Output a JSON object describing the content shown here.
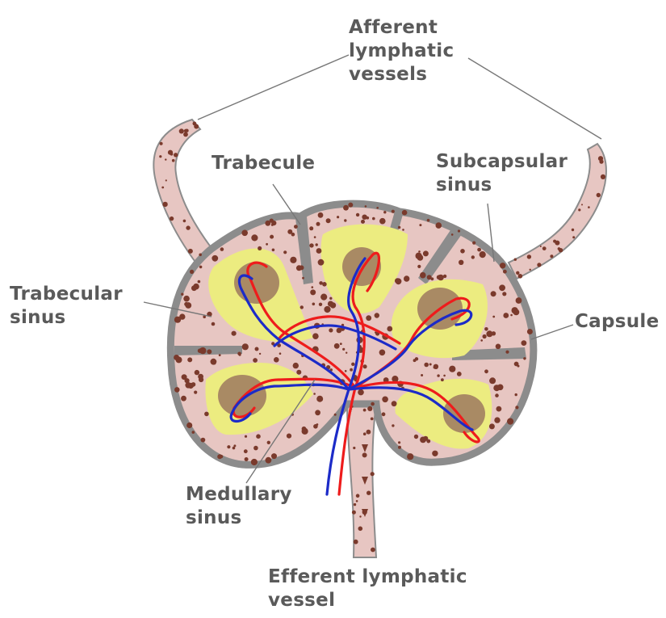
{
  "labels": {
    "afferent": [
      "Afferent",
      "lymphatic",
      "vessels"
    ],
    "trabecule": [
      "Trabecule"
    ],
    "subcapsular": [
      "Subcapsular",
      "sinus"
    ],
    "trabecular_sinus": [
      "Trabecular",
      "sinus"
    ],
    "capsule": [
      "Capsule"
    ],
    "medullary": [
      "Medullary",
      "sinus"
    ],
    "efferent": [
      "Efferent lymphatic",
      "vessel"
    ]
  },
  "colors": {
    "capsule": "#8c8c8c",
    "tissue": "#e7c6c2",
    "follicle": "#ecec80",
    "germinal_center": "#a98a64",
    "dots": "#7a3a2c",
    "artery": "#ee1c1c",
    "vein": "#1c2bc8",
    "label_text": "#5a5a5a",
    "leader_line": "#777777"
  }
}
